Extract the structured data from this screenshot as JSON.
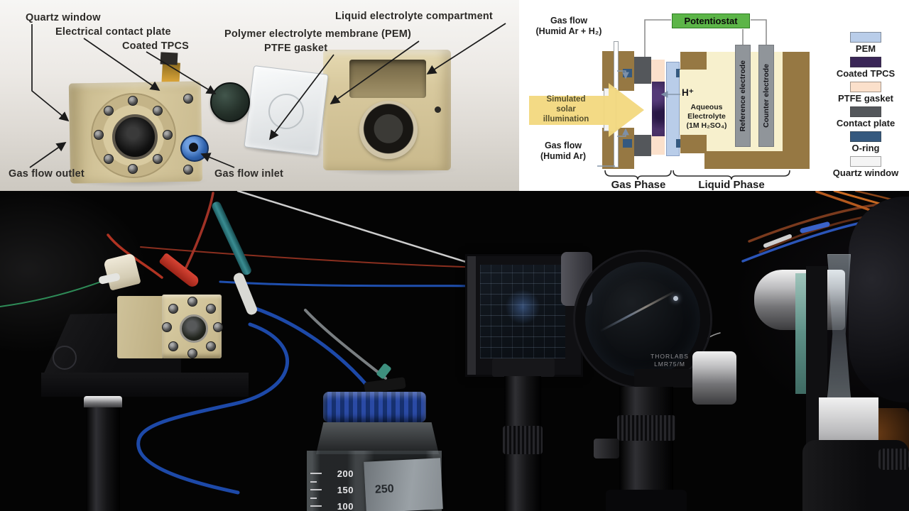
{
  "colors": {
    "pem": "#b9cde9",
    "coated_tpcs": "#3a2657",
    "ptfe_gasket": "#fbe0cb",
    "contact_plate": "#54575b",
    "o_ring": "#35597f",
    "quartz_window": "#f4f4f4",
    "frame_brown": "#967843",
    "electrolyte_cream": "#f7f0cd",
    "solar_yellow": "#f2d87e",
    "potentiostat_green": "#5cb548",
    "electrode_gray": "#90959a"
  },
  "photo_left": {
    "labels": {
      "quartz_window": "Quartz window",
      "electrical_contact_plate": "Electrical contact plate",
      "coated_tpcs": "Coated TPCS",
      "pem": "Polymer electrolyte membrane (PEM)",
      "ptfe_gasket": "PTFE gasket",
      "liquid_electrolyte_compartment": "Liquid electrolyte compartment",
      "gas_flow_outlet": "Gas flow outlet",
      "gas_flow_inlet": "Gas flow inlet"
    }
  },
  "schematic": {
    "gas_flow_top_line1": "Gas flow",
    "gas_flow_top_line2": "(Humid Ar + H₂)",
    "potentiostat": "Potentiostat",
    "solar_line1": "Simulated",
    "solar_line2": "solar",
    "solar_line3": "illumination",
    "h_plus": "H⁺",
    "electrolyte_line1": "Aqueous",
    "electrolyte_line2": "Electrolyte",
    "electrolyte_line3": "(1M H₂SO₄)",
    "reference_electrode": "Reference electrode",
    "counter_electrode": "Counter electrode",
    "gas_flow_bottom_line1": "Gas flow",
    "gas_flow_bottom_line2": "(Humid Ar)",
    "gas_phase": "Gas Phase",
    "liquid_phase": "Liquid Phase",
    "legend": [
      {
        "label": "PEM",
        "color": "#b9cde9"
      },
      {
        "label": "Coated TPCS",
        "color": "#3a2657"
      },
      {
        "label": "PTFE gasket",
        "color": "#fbe0cb"
      },
      {
        "label": "Contact plate",
        "color": "#54575b"
      },
      {
        "label": "O-ring",
        "color": "#35597f"
      },
      {
        "label": "Quartz window",
        "color": "#f4f4f4"
      }
    ]
  },
  "photo_bottom": {
    "bottle": {
      "graduations": [
        "200",
        "150",
        "100"
      ],
      "label": "250"
    },
    "lens_label": {
      "line1": "THORLABS",
      "line2": "LMR75/M"
    }
  }
}
